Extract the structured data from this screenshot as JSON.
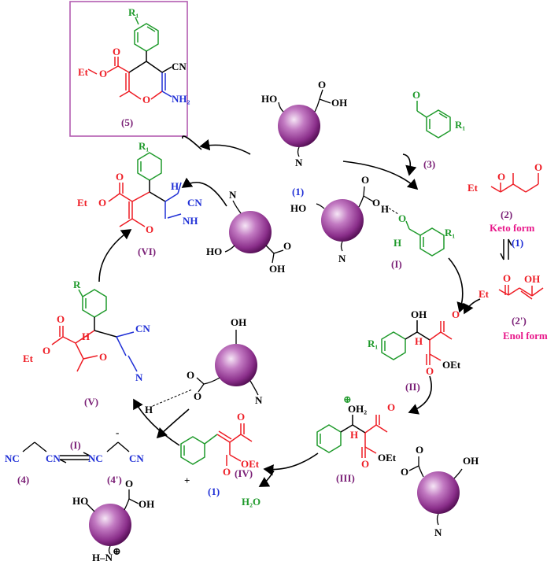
{
  "colors": {
    "black": "#000000",
    "red": "#ee1c24",
    "green": "#1f9a2b",
    "blue": "#1f2fd6",
    "purple_label": "#7a1f76",
    "pink_label": "#e8178a",
    "box_border": "#b25bb0",
    "sphere_dark": "#5a0a5a",
    "sphere_mid": "#a04aa0",
    "sphere_light": "#f2dcf2"
  },
  "labels": {
    "product": "(5)",
    "catalyst_top": "(1)",
    "aldehyde": "(3)",
    "catalyst_activated": "(1)",
    "intermediate_I": "(I)",
    "ketoester": "(2)",
    "keto_form": "Keto form",
    "tautomer_catalyst": "(1)",
    "enol": "(2')",
    "enol_form": "Enol form",
    "intermediate_II": "(II)",
    "intermediate_III": "(III)",
    "intermediate_IV": "(IV)",
    "plus": "+",
    "catalyst_release": "(1)",
    "water": "H₂O",
    "intermediate_V": "(V)",
    "intermediate_VI": "(VI)",
    "malononitrile": "(4)",
    "malononitrile_catalyst": "(I)",
    "carbanion": "(4')"
  },
  "atoms": {
    "R1": "R₁",
    "R": "R",
    "Et": "Et",
    "O": "O",
    "OH": "OH",
    "HO": "HO",
    "NH2": "NH₂",
    "NH": "NH",
    "CN": "CN",
    "NC": "NC",
    "H": "H",
    "N": "N",
    "OEt": "OEt",
    "COOEt": "OEt",
    "OH2": "OH₂",
    "plus_sign": "⊕",
    "minus": "-",
    "H_N": "H–N"
  }
}
